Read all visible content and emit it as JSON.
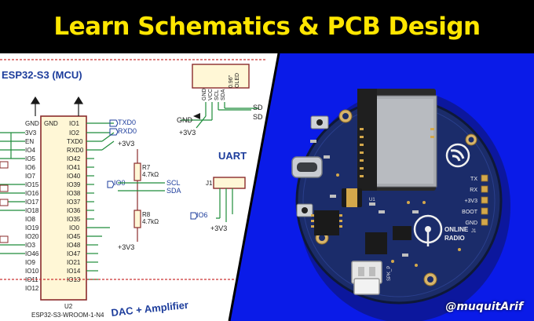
{
  "banner": {
    "title": "Learn Schematics & PCB Design"
  },
  "schematic": {
    "mcu_title": "ESP32-S3 (MCU)",
    "module_ref": "U2",
    "module_name": "ESP32-S3-WROOM-1-N4",
    "left_pins": [
      "GND",
      "3V3",
      "EN",
      "IO4",
      "IO5",
      "IO6",
      "IO7",
      "IO15",
      "IO16",
      "IO17",
      "IO18",
      "IO8",
      "IO19",
      "IO20",
      "IO3",
      "IO46",
      "IO9",
      "IO10",
      "IO11",
      "IO12"
    ],
    "right_pins": [
      "IO1",
      "IO2",
      "TXD0",
      "RXD0",
      "IO42",
      "IO41",
      "IO40",
      "IO39",
      "IO38",
      "IO37",
      "IO36",
      "IO35",
      "IO0",
      "IO45",
      "IO48",
      "IO47",
      "IO21",
      "IO14",
      "IO13"
    ],
    "right_pin_extra": "GND",
    "net_txd": "TXD0",
    "net_rxd": "RXD0",
    "net_io0": "IO0",
    "net_scl": "SCL",
    "net_sda": "SDA",
    "net_io6": "IO6",
    "net_3v3": "+3V3",
    "net_gnd": "GND",
    "r7": "R7",
    "r7_val": "4.7kΩ",
    "r8": "R8",
    "r8_val": "4.7kΩ",
    "oled_pins": [
      "GND",
      "VCC",
      "SCL",
      "SDA"
    ],
    "oled_label": "0.96\"",
    "oled_word": "OLED",
    "uart_label": "UART",
    "j1": "J1",
    "dac_label": "DAC + Amplifier",
    "sd_labels": [
      "SD",
      "SD"
    ]
  },
  "pcb": {
    "header_labels": [
      "TX",
      "RX",
      "+3V3",
      "BOOT",
      "GND"
    ],
    "logo_top": "ONLINE",
    "logo_bottom": "RADIO",
    "spk_label": "SPK_P",
    "ref_u1": "U1",
    "ref_j": "J1"
  },
  "colors": {
    "banner_text": "#ffe600",
    "right_panel": "#0a1be8",
    "pcb_board": "#1b2c6a",
    "schematic_ink": "#1d3d9c"
  },
  "watermark": "@muquitArif"
}
